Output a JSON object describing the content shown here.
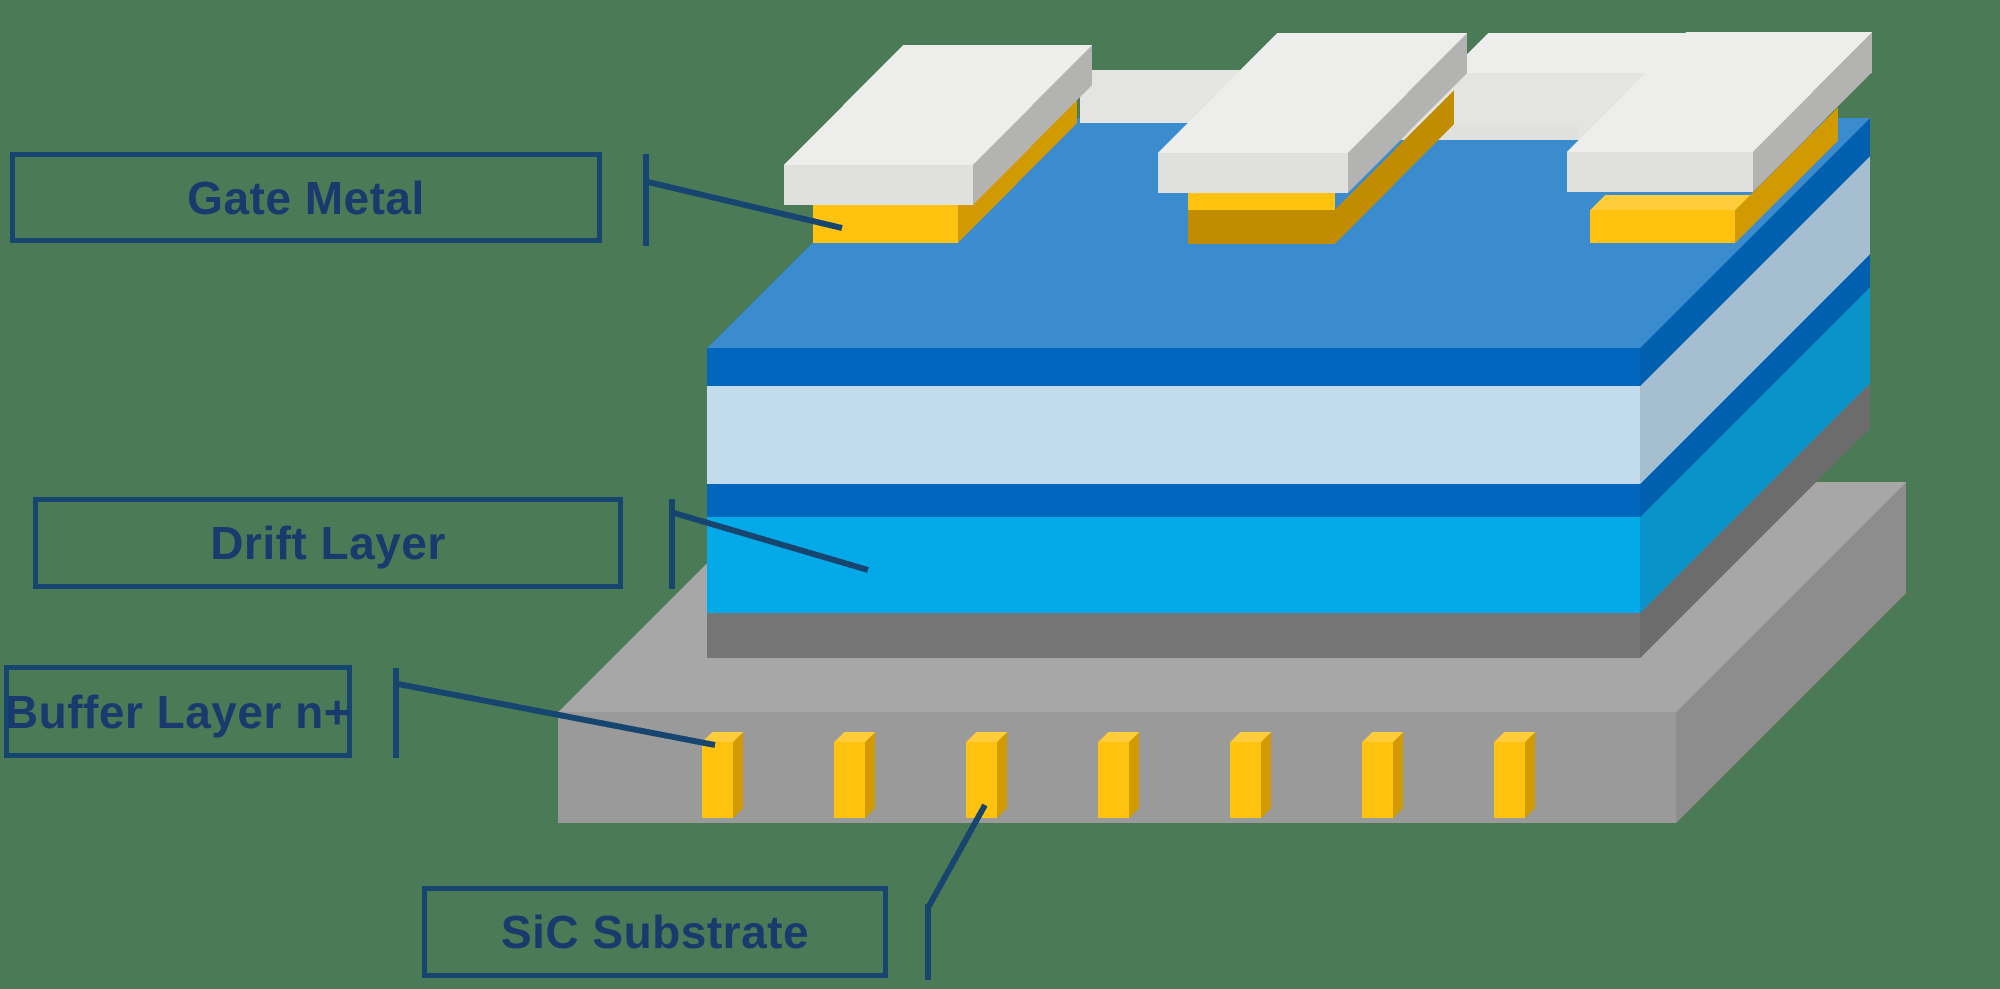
{
  "diagram": {
    "type": "3d-semiconductor-layer-stack",
    "labels": {
      "gate": "Gate Metal",
      "drift": "Drift Layer",
      "buffer": "Buffer Layer n+",
      "substrate": "SiC Substrate"
    }
  },
  "colors": {
    "bg": "#4B7A56",
    "navy": "#164570",
    "stack": {
      "surface": "#3A8CCE",
      "blue_front": "#0066BE",
      "blue_right": "#015FB0",
      "pale_front": "#C2DCEE",
      "pale_right": "#A6BFD0",
      "cyan_front": "#04AAE8",
      "cyan_right": "#0A93C8"
    },
    "buffer": {
      "front": "#757575",
      "right": "#6C6C6C"
    },
    "substrate": {
      "top": "#A7A7A7",
      "front": "#9A9A9A",
      "right": "#8D8D8D"
    },
    "gold": {
      "bright": "#FFC20E",
      "light": "#FFCD3C",
      "dark": "#C18C00",
      "side": "#D09A00"
    },
    "white": {
      "top": "#EDEDEB",
      "front": "#E0E0DE",
      "side": "#B3B3B1",
      "conn": "#E4E4E2"
    }
  }
}
